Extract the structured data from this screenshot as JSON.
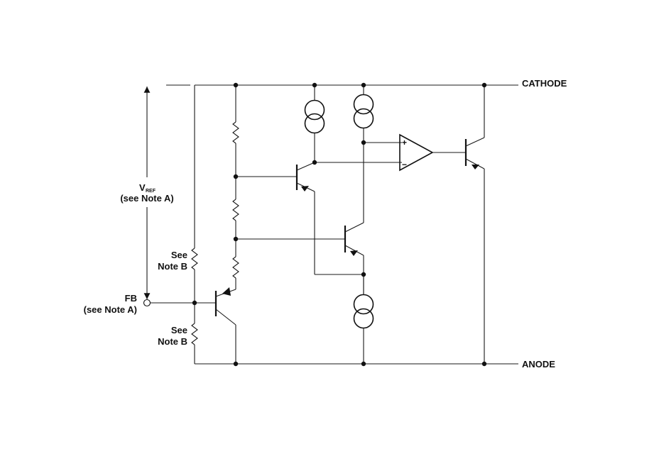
{
  "terminals": {
    "cathode": "CATHODE",
    "anode": "ANODE",
    "fb_line1": "FB",
    "fb_line2": "(see Note A)"
  },
  "vref": {
    "symbol": "V",
    "subscript": "REF",
    "note": "(see Note A)"
  },
  "resistor_note_top": {
    "line1": "See",
    "line2": "Note B"
  },
  "resistor_note_bottom": {
    "line1": "See",
    "line2": "Note B"
  },
  "opamp": {
    "plus": "+",
    "minus": "−"
  }
}
